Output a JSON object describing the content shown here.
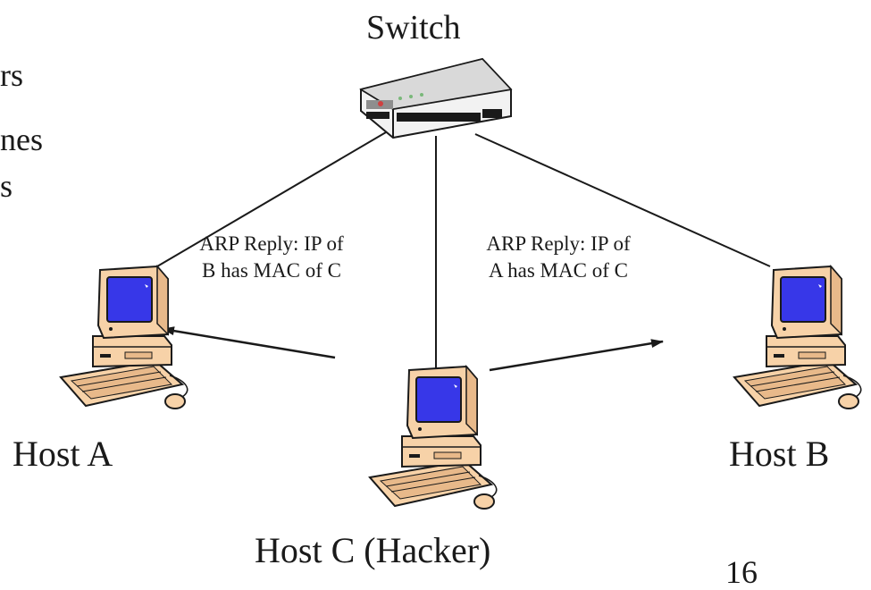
{
  "switch": {
    "title": "Switch"
  },
  "left_text_fragments": [
    "rs",
    "nes",
    "s"
  ],
  "annotations": {
    "reply_to_a": "ARP Reply: IP of\nB has MAC of C",
    "reply_to_b": "ARP Reply: IP of\nA has MAC of C"
  },
  "hosts": {
    "a": "Host A",
    "b": "Host B",
    "c": "Host C (Hacker)"
  },
  "page_number": "16",
  "colors": {
    "computer_body": "#f7d2a8",
    "computer_outline": "#1a1a1a",
    "screen": "#3737e8",
    "switch_body": "#f2f2f2",
    "text": "#1a1a1a"
  }
}
